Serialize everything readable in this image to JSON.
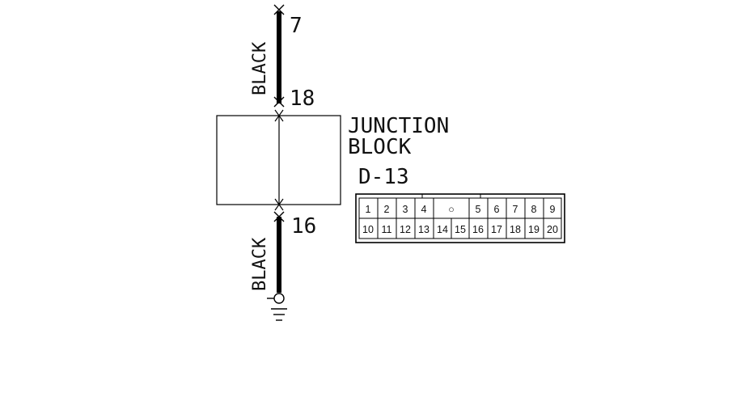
{
  "diagram": {
    "upper_wire": {
      "color_label": "BLACK",
      "top_terminal": "7",
      "bottom_terminal": "18"
    },
    "lower_wire": {
      "color_label": "BLACK",
      "terminal": "16"
    },
    "junction_block": {
      "line1": "JUNCTION",
      "line2": "BLOCK"
    },
    "connector": {
      "id": "D-13",
      "top_row": [
        "1",
        "2",
        "3",
        "4",
        "○",
        "5",
        "6",
        "7",
        "8",
        "9"
      ],
      "bottom_row": [
        "10",
        "11",
        "12",
        "13",
        "14",
        "15",
        "16",
        "17",
        "18",
        "19",
        "20"
      ]
    },
    "ground_symbol": "ground-icon"
  }
}
